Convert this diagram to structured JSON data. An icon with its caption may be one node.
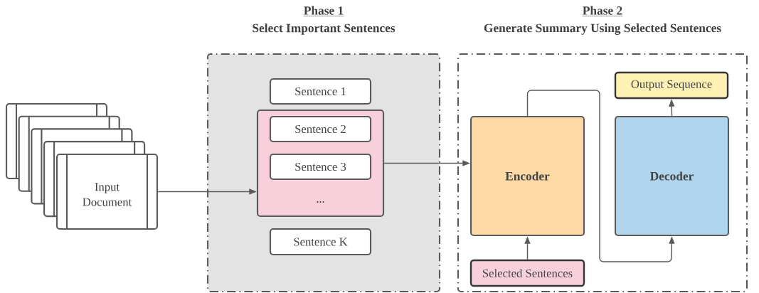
{
  "diagram": {
    "nodes": [
      {
        "text": [
          "Phase 1",
          "Select Important Sentences"
        ]
      },
      {
        "text": [
          "Phase 2",
          "Generate Summary Using Selected Sentences"
        ]
      },
      {
        "text": [
          "Input Document"
        ]
      },
      {
        "text": [
          "Sentence 1"
        ],
        "in": 0
      },
      {
        "text": [
          "..."
        ],
        "in": 0
      },
      {
        "text": [
          "Sentence 2"
        ],
        "in": 4
      },
      {
        "text": [
          "Sentence 3"
        ],
        "in": 4
      },
      {
        "text": [
          "Sentence K"
        ],
        "in": 0
      },
      {
        "text": [
          "Encoder"
        ],
        "in": 1
      },
      {
        "text": [
          "Decoder"
        ],
        "in": 1
      },
      {
        "text": [
          "Output Sequence"
        ],
        "in": 1
      },
      {
        "text": [
          "Selected Sentences"
        ],
        "in": 1
      }
    ],
    "edges": [
      {
        "from": 2,
        "to": 4,
        "arrow": "to"
      },
      {
        "from": 4,
        "to": 8,
        "arrow": "to"
      },
      {
        "from": 11,
        "to": 8,
        "arrow": "to"
      },
      {
        "from": 8,
        "to": 9,
        "arrow": "to"
      },
      {
        "from": 9,
        "to": 10,
        "arrow": "to"
      }
    ]
  }
}
